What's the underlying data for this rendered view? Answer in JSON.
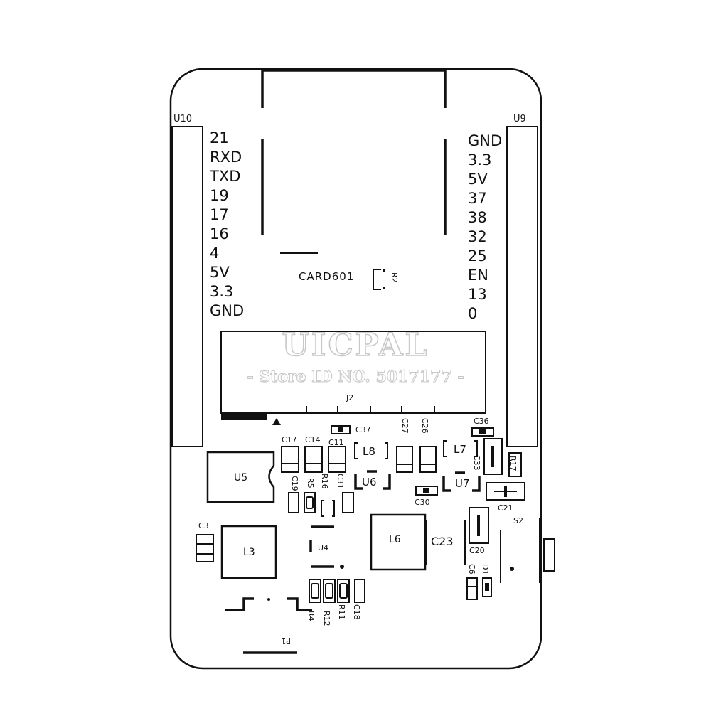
{
  "board": {
    "left_header": {
      "ref": "U10",
      "pins": [
        "21",
        "RXD",
        "TXD",
        "19",
        "17",
        "16",
        "4",
        "5V",
        "3.3",
        "GND"
      ]
    },
    "right_header": {
      "ref": "U9",
      "pins": [
        "GND",
        "3.3",
        "5V",
        "37",
        "38",
        "32",
        "25",
        "EN",
        "13",
        "0"
      ]
    },
    "card_slot": "CARD601",
    "display_connector": "J2",
    "port": "P1",
    "switch": "S2",
    "ics": {
      "u4": "U4",
      "u5": "U5",
      "u6": "U6",
      "u7": "U7"
    },
    "inductors": {
      "l3": "L3",
      "l6": "L6",
      "l7": "L7",
      "l8": "L8"
    },
    "capacitors": {
      "c3": "C3",
      "c6": "C6",
      "c11": "C11",
      "c14": "C14",
      "c17": "C17",
      "c18": "C18",
      "c19": "C19",
      "c20": "C20",
      "c21": "C21",
      "c23": "C23",
      "c26": "C26",
      "c27": "C27",
      "c30": "C30",
      "c31": "C31",
      "c33": "C33",
      "c36": "C36",
      "c37": "C37"
    },
    "resistors": {
      "r2": "R2",
      "r4": "R4",
      "r5": "R5",
      "r11": "R11",
      "r12": "R12",
      "r16": "R16",
      "r17": "R17"
    },
    "diodes": {
      "d1": "D1"
    }
  },
  "watermark": {
    "brand": "UICPAL",
    "store": "- Store ID NO. 5017177 -"
  }
}
